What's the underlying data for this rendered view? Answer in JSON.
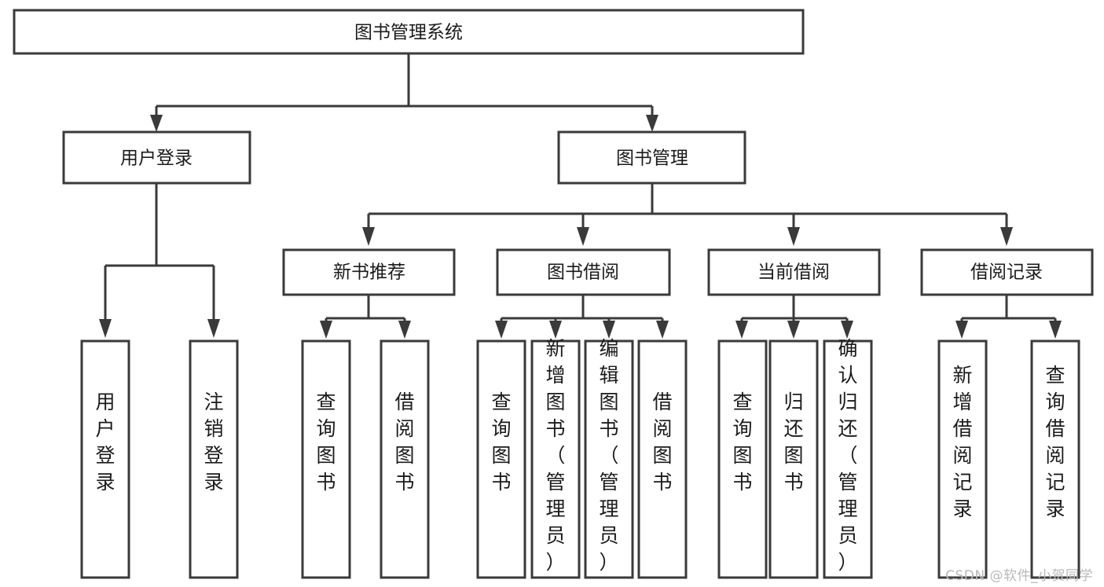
{
  "diagram": {
    "type": "tree-hierarchy-chart",
    "title": "图书管理系统",
    "watermark": "CSDN @软件_小贺同学",
    "colors": {
      "background": "#ffffff",
      "stroke": "#3a3a3a",
      "box_fill": "#ffffff",
      "text": "#1b1b1b",
      "watermark": "#b9b9b9"
    },
    "levels": {
      "root": {
        "label": "图书管理系统",
        "orientation": "horizontal"
      },
      "level2": [
        {
          "id": "user-login",
          "label": "用户登录",
          "orientation": "horizontal"
        },
        {
          "id": "book-management",
          "label": "图书管理",
          "orientation": "horizontal"
        }
      ],
      "level3": [
        {
          "id": "new-book-recommend",
          "label": "新书推荐",
          "orientation": "horizontal",
          "parent": "book-management"
        },
        {
          "id": "book-borrow",
          "label": "图书借阅",
          "orientation": "horizontal",
          "parent": "book-management"
        },
        {
          "id": "current-borrow",
          "label": "当前借阅",
          "orientation": "horizontal",
          "parent": "book-management"
        },
        {
          "id": "borrow-record",
          "label": "借阅记录",
          "orientation": "horizontal",
          "parent": "book-management"
        }
      ],
      "leaves": [
        {
          "id": "leaf-user-login",
          "label": "用户登录",
          "orientation": "vertical",
          "parent": "user-login"
        },
        {
          "id": "leaf-user-logout",
          "label": "注销登录",
          "orientation": "vertical",
          "parent": "user-login"
        },
        {
          "id": "leaf-query-book-1",
          "label": "查询图书",
          "orientation": "vertical",
          "parent": "new-book-recommend"
        },
        {
          "id": "leaf-borrow-book-1",
          "label": "借阅图书",
          "orientation": "vertical",
          "parent": "new-book-recommend"
        },
        {
          "id": "leaf-query-book-2",
          "label": "查询图书",
          "orientation": "vertical",
          "parent": "book-borrow"
        },
        {
          "id": "leaf-add-book",
          "label": "新增图书（管理员）",
          "orientation": "vertical",
          "parent": "book-borrow"
        },
        {
          "id": "leaf-edit-book",
          "label": "编辑图书（管理员）",
          "orientation": "vertical",
          "parent": "book-borrow"
        },
        {
          "id": "leaf-borrow-book-2",
          "label": "借阅图书",
          "orientation": "vertical",
          "parent": "book-borrow"
        },
        {
          "id": "leaf-query-book-3",
          "label": "查询图书",
          "orientation": "vertical",
          "parent": "current-borrow"
        },
        {
          "id": "leaf-return-book",
          "label": "归还图书",
          "orientation": "vertical",
          "parent": "current-borrow"
        },
        {
          "id": "leaf-confirm-return",
          "label": "确认归还（管理员）",
          "orientation": "vertical",
          "parent": "current-borrow"
        },
        {
          "id": "leaf-add-record",
          "label": "新增借阅记录",
          "orientation": "vertical",
          "parent": "borrow-record"
        },
        {
          "id": "leaf-query-record",
          "label": "查询借阅记录",
          "orientation": "vertical",
          "parent": "borrow-record"
        }
      ]
    }
  }
}
